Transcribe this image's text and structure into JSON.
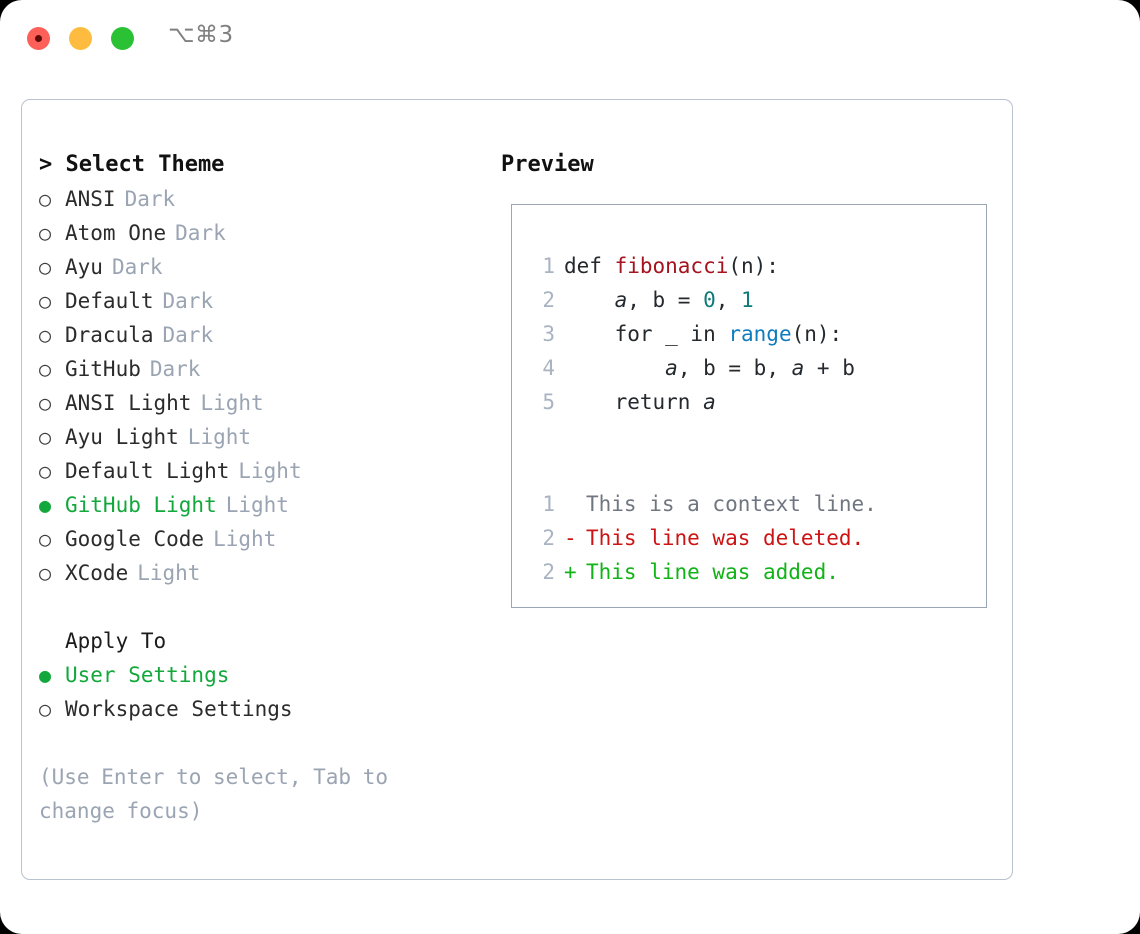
{
  "titlebar": {
    "shortcut": "⌥⌘3",
    "buttons": [
      {
        "name": "close",
        "color": "#fc6058"
      },
      {
        "name": "minimize",
        "color": "#fdbc40"
      },
      {
        "name": "maximize",
        "color": "#2ac234"
      }
    ]
  },
  "colors": {
    "accent_green": "#12a83c",
    "muted": "#9aa4b2",
    "panel_border": "#b9c2cf",
    "preview_border": "#9ba6b5",
    "diff_add": "#11b317",
    "diff_del": "#cc1414",
    "syntax_function": "#a5131f",
    "syntax_number": "#0f7a7a",
    "syntax_builtin": "#0f7cbf"
  },
  "left": {
    "header": "> Select Theme",
    "themes": [
      {
        "bullet": "○",
        "name": "ANSI",
        "variant": "Dark",
        "selected": false
      },
      {
        "bullet": "○",
        "name": "Atom One",
        "variant": "Dark",
        "selected": false
      },
      {
        "bullet": "○",
        "name": "Ayu",
        "variant": "Dark",
        "selected": false
      },
      {
        "bullet": "○",
        "name": "Default",
        "variant": "Dark",
        "selected": false
      },
      {
        "bullet": "○",
        "name": "Dracula",
        "variant": "Dark",
        "selected": false
      },
      {
        "bullet": "○",
        "name": "GitHub",
        "variant": "Dark",
        "selected": false
      },
      {
        "bullet": "○",
        "name": "ANSI Light",
        "variant": "Light",
        "selected": false
      },
      {
        "bullet": "○",
        "name": "Ayu Light",
        "variant": "Light",
        "selected": false
      },
      {
        "bullet": "○",
        "name": "Default Light",
        "variant": "Light",
        "selected": false
      },
      {
        "bullet": "●",
        "name": "GitHub Light",
        "variant": "Light",
        "selected": true
      },
      {
        "bullet": "○",
        "name": "Google Code",
        "variant": "Light",
        "selected": false
      },
      {
        "bullet": "○",
        "name": "XCode",
        "variant": "Light",
        "selected": false
      }
    ],
    "apply_to": {
      "header": "Apply To",
      "options": [
        {
          "bullet": "●",
          "label": "User Settings",
          "selected": true
        },
        {
          "bullet": "○",
          "label": "Workspace Settings",
          "selected": false
        }
      ]
    },
    "hint": "(Use Enter to select, Tab to change focus)"
  },
  "right": {
    "header": "Preview",
    "code_lines": [
      {
        "num": "1",
        "segments": [
          {
            "text": "def ",
            "type": "plain"
          },
          {
            "text": "fibonacci",
            "type": "func"
          },
          {
            "text": "(n):",
            "type": "plain"
          }
        ]
      },
      {
        "num": "2",
        "segments": [
          {
            "text": "    ",
            "type": "plain"
          },
          {
            "text": "a",
            "type": "var"
          },
          {
            "text": ", b = ",
            "type": "plain"
          },
          {
            "text": "0",
            "type": "num"
          },
          {
            "text": ", ",
            "type": "plain"
          },
          {
            "text": "1",
            "type": "num"
          }
        ]
      },
      {
        "num": "3",
        "segments": [
          {
            "text": "    for _ in ",
            "type": "plain"
          },
          {
            "text": "range",
            "type": "builtin"
          },
          {
            "text": "(n):",
            "type": "plain"
          }
        ]
      },
      {
        "num": "4",
        "segments": [
          {
            "text": "        ",
            "type": "plain"
          },
          {
            "text": "a",
            "type": "var"
          },
          {
            "text": ", b = b, ",
            "type": "plain"
          },
          {
            "text": "a",
            "type": "var"
          },
          {
            "text": " + b",
            "type": "plain"
          }
        ]
      },
      {
        "num": "5",
        "segments": [
          {
            "text": "    return ",
            "type": "plain"
          },
          {
            "text": "a",
            "type": "var"
          }
        ]
      }
    ],
    "diff_lines": [
      {
        "num": "1",
        "mark": " ",
        "text": "This is a context line.",
        "kind": "context"
      },
      {
        "num": "2",
        "mark": "-",
        "text": "This line was deleted.",
        "kind": "deleted"
      },
      {
        "num": "2",
        "mark": "+",
        "text": "This line was added.",
        "kind": "added"
      }
    ]
  }
}
